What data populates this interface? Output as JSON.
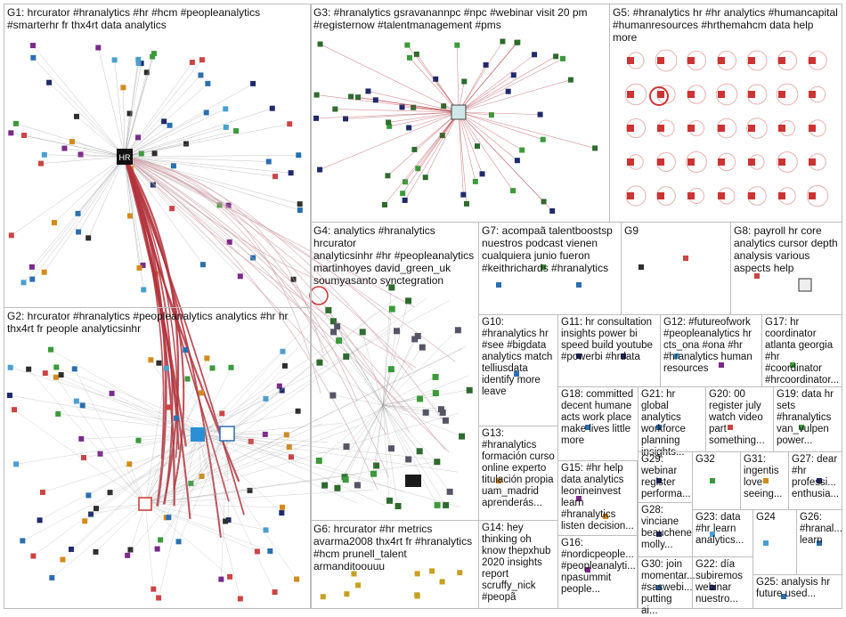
{
  "groups": [
    {
      "id": "G1",
      "label": "G1: hrcurator #hranalytics #hr #hcm #peopleanalytics\n#smarterhr fr thx4rt data analytics"
    },
    {
      "id": "G2",
      "label": "G2: hrcurator #hranalytics #peopleanalytics analytics #hr hr\nthx4rt fr people analyticsinhr"
    },
    {
      "id": "G3",
      "label": "G3: #hranalytics gsravanannpc #npc #webinar visit 20 pm\n#registernow #talentmanagement #pms"
    },
    {
      "id": "G4",
      "label": "G4: analytics #hranalytics hrcurator\nanalyticsinhr #hr #peopleanalytics\nmartinhoyes david_green_uk\nsoumyasanto synctegration"
    },
    {
      "id": "G5",
      "label": "G5: #hranalytics hr #hr analytics #humancapital\n#humanresources #hrthemahcm data help more"
    },
    {
      "id": "G6",
      "label": "G6: hrcurator #hr metrics\navarma2008 thx4rt fr #hranalytics\n#hcm prunell_talent armanditoouuu"
    },
    {
      "id": "G7",
      "label": "G7: acompaã talentboostsp\nnuestros podcast vienen\ncualquiera junio fueron\n#keithrichards #hranalytics"
    },
    {
      "id": "G8",
      "label": "G8: payroll hr core\nanalytics cursor depth\nanalysis various\naspects help"
    },
    {
      "id": "G9",
      "label": "G9"
    },
    {
      "id": "G10",
      "label": "G10:\n#hranalytics hr\n#see #bigdata\nanalytics match\ntelliusdata\nidentify more\nleave"
    },
    {
      "id": "G11",
      "label": "G11: hr consultation\ninsights power bi\nspeed build youtube\n#powerbi #hrdata"
    },
    {
      "id": "G12",
      "label": "G12: #futureofwork\n#peopleanalytics hr\ncts_ona #ona #hr\n#hranalytics human\nresources"
    },
    {
      "id": "G13",
      "label": "G13:\n#hranalytics\nformación curso\nonline experto\ntitulación propia\nuam_madrid\naprenderás..."
    },
    {
      "id": "G14",
      "label": "G14: hey\nthinking oh\nknow thepxhub\n2020 insights\nreport\nscruffy_nick\n#peopã"
    },
    {
      "id": "G15",
      "label": "G15: #hr help\ndata analytics\nleonineinvest\nlearn\n#hranalytics\nlisten decision..."
    },
    {
      "id": "G16",
      "label": "G16:\n#nordicpeople...\n#peopleanalyti...\nnpasummit\npeople..."
    },
    {
      "id": "G17",
      "label": "G17: hr\ncoordinator\natlanta georgia\n#hr #coordinator\n#hrcoordinator..."
    },
    {
      "id": "G18",
      "label": "G18: committed\ndecent humane\nacts work place\nmake lives little\nmore"
    },
    {
      "id": "G19",
      "label": "G19: data hr\nsets\n#hranalytics\nvan_vulpen\npower..."
    },
    {
      "id": "G20",
      "label": "G20: 00\nregister july\nwatch video\npart\nsomething..."
    },
    {
      "id": "G21",
      "label": "G21: hr global\nanalytics\nworkforce\nplanning\ninsights..."
    },
    {
      "id": "G22",
      "label": "G22: día\nsubiremos\nwebinar\nnuestro..."
    },
    {
      "id": "G23",
      "label": "G23: data\n#hr learn\nanalytics..."
    },
    {
      "id": "G24",
      "label": "G24"
    },
    {
      "id": "G25",
      "label": "G25: analysis hr\nfuture used..."
    },
    {
      "id": "G26",
      "label": "G26:\n#hranal...\nlearn"
    },
    {
      "id": "G27",
      "label": "G27: dear\n#hr\nprofessi...\nenthusia..."
    },
    {
      "id": "G28",
      "label": "G28:\nvinciane\nbeauchene\nmolly..."
    },
    {
      "id": "G29",
      "label": "G29:\nwebinar\nregister\nperforma..."
    },
    {
      "id": "G30",
      "label": "G30: join\nmomentar...\n#saswebi...\nputting ai..."
    },
    {
      "id": "G31",
      "label": "G31:\ningentis\nlove\nseeing..."
    },
    {
      "id": "G32",
      "label": "G32"
    }
  ],
  "hub_nodes": {
    "g1_hub": "HR"
  },
  "colors": {
    "edge_strong": "#b3343d",
    "edge_light": "#cfa0a6",
    "edge_grey": "#9a9a9a",
    "border": "#bdbdbd"
  }
}
